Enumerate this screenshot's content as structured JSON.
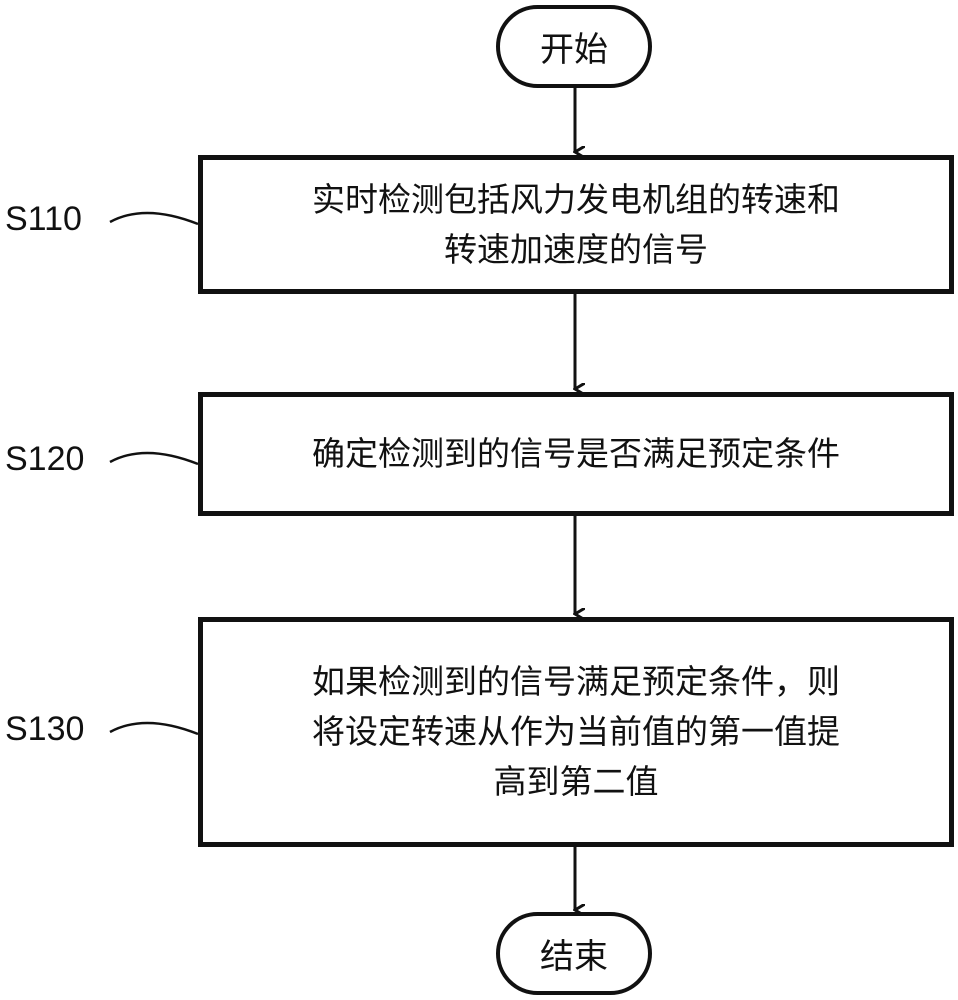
{
  "flowchart": {
    "start": "开始",
    "end": "结束",
    "steps": [
      {
        "id": "S110",
        "lines": [
          "实时检测包括风力发电机组的转速和",
          "转速加速度的信号"
        ]
      },
      {
        "id": "S120",
        "lines": [
          "确定检测到的信号是否满足预定条件"
        ]
      },
      {
        "id": "S130",
        "lines": [
          "如果检测到的信号满足预定条件，则",
          "将设定转速从作为当前值的第一值提",
          "高到第二值"
        ]
      }
    ]
  }
}
